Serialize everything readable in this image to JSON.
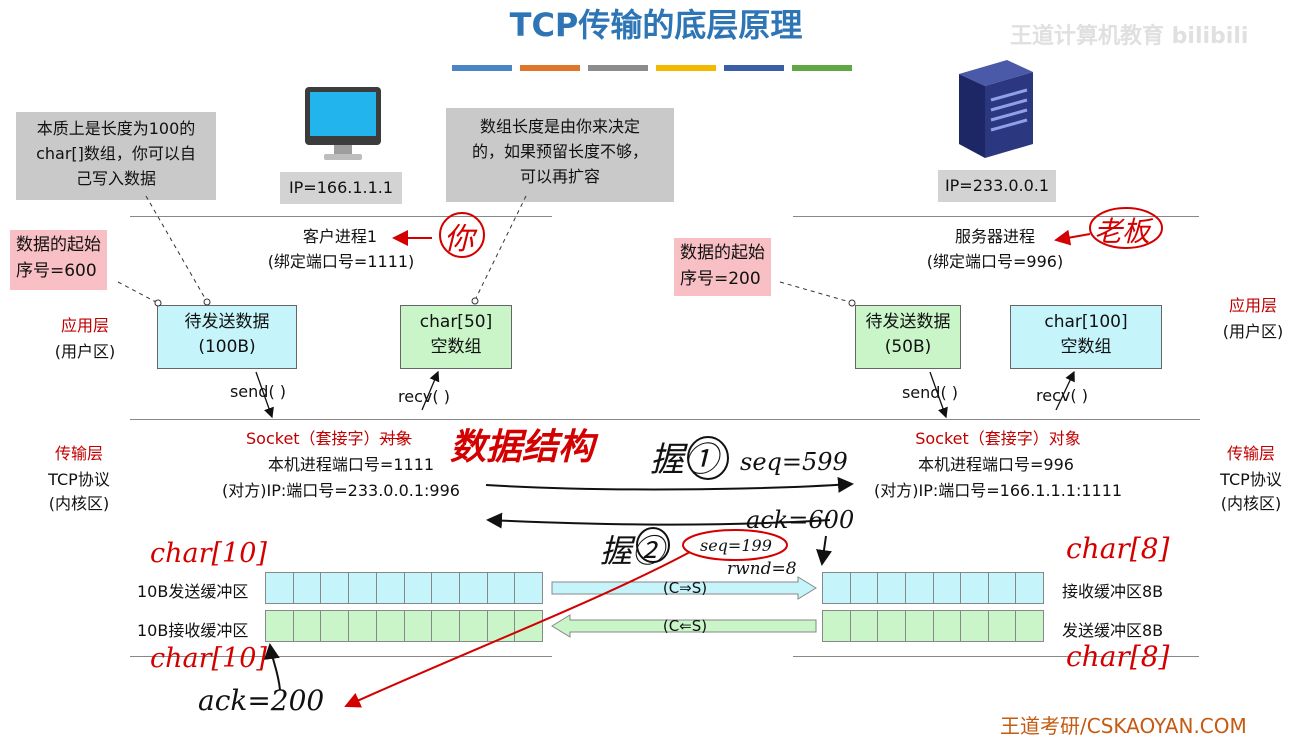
{
  "title": "TCP传输的底层原理",
  "watermark": "王道计算机教育 bilibili",
  "footer": "王道考研/CSKAOYAN.COM",
  "title_bar_colors": [
    "#4a86c5",
    "#e0762c",
    "#8c8c8c",
    "#f2b900",
    "#3a5fa8",
    "#60a844"
  ],
  "notes": {
    "left": [
      "本质上是长度为100的",
      "char[]数组，你可以自",
      "己写入数据"
    ],
    "middle": [
      "数组长度是由你来决定",
      "的，如果预留长度不够，",
      "可以再扩容"
    ]
  },
  "client": {
    "ip": "IP=166.1.1.1",
    "process": "客户进程1",
    "port": "(绑定端口号=1111)",
    "seq_note": [
      "数据的起始",
      "序号=600"
    ],
    "send_box": [
      "待发送数据",
      "(100B)"
    ],
    "recv_box": [
      "char[50]",
      "空数组"
    ],
    "send_fn": "send( )",
    "recv_fn": "recv( )",
    "socket_title": "Socket（套接字）",
    "socket_struck": "对象",
    "socket_port": "本机进程端口号=1111",
    "socket_peer": "(对方)IP:端口号=233.0.0.1:996",
    "send_buf": "10B发送缓冲区",
    "recv_buf": "10B接收缓冲区"
  },
  "server": {
    "ip": "IP=233.0.0.1",
    "process": "服务器进程",
    "port": "(绑定端口号=996)",
    "seq_note": [
      "数据的起始",
      "序号=200"
    ],
    "send_box": [
      "待发送数据",
      "(50B)"
    ],
    "recv_box": [
      "char[100]",
      "空数组"
    ],
    "send_fn": "send( )",
    "recv_fn": "recv( )",
    "socket_title": "Socket（套接字）对象",
    "socket_port": "本机进程端口号=996",
    "socket_peer": "(对方)IP:端口号=166.1.1.1:1111",
    "recv_buf": "接收缓冲区8B",
    "send_buf": "发送缓冲区8B"
  },
  "layers": {
    "app_left": [
      "应用层",
      "(用户区)"
    ],
    "app_right": [
      "应用层",
      "(用户区)"
    ],
    "trans_left": [
      "传输层",
      "TCP协议",
      "(内核区)"
    ],
    "trans_right": [
      "传输层",
      "TCP协议",
      "(内核区)"
    ]
  },
  "arrows": {
    "c_to_s": "(C⇒S)",
    "c_from_s": "(C⇐S)"
  },
  "handwriting": {
    "you": "你",
    "boss": "老板",
    "data_structure": "数据结构",
    "hs1_label": "握①",
    "hs1_seq": "seq=599",
    "ack600": "ack=600",
    "hs2_label": "握②",
    "hs2_seq": "seq=199",
    "rwnd": "rwnd=8",
    "char10_top": "char[10]",
    "char10_bottom": "char[10]",
    "char8_top": "char[8]",
    "char8_bottom": "char[8]",
    "ack200": "ack=200"
  },
  "buffer_cells": {
    "client": 10,
    "server": 8
  }
}
